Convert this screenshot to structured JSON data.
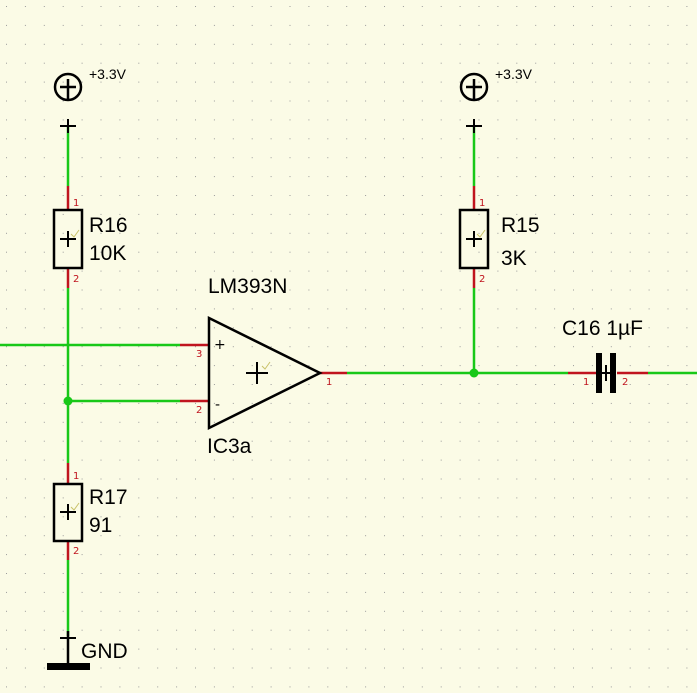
{
  "power": {
    "left_supply": "+3.3V",
    "right_supply": "+3.3V",
    "ground": "GND"
  },
  "components": {
    "r16": {
      "name": "R16",
      "value": "10K",
      "pin1": "1",
      "pin2": "2"
    },
    "r15": {
      "name": "R15",
      "value": "3K",
      "pin1": "1",
      "pin2": "2"
    },
    "r17": {
      "name": "R17",
      "value": "91",
      "pin1": "1",
      "pin2": "2"
    },
    "ic3a": {
      "part": "LM393N",
      "name": "IC3a",
      "pin_plus": "3",
      "pin_minus": "2",
      "pin_out": "1",
      "plus_sign": "+",
      "minus_sign": "-"
    },
    "c16": {
      "label": "C16 1µF",
      "pin1": "1",
      "pin2": "2"
    }
  },
  "colors": {
    "wire": "#18c818",
    "pin": "#c0141e",
    "body": "#000000",
    "background": "#fbfbe6",
    "grid_dot": "#9a9a9a"
  }
}
